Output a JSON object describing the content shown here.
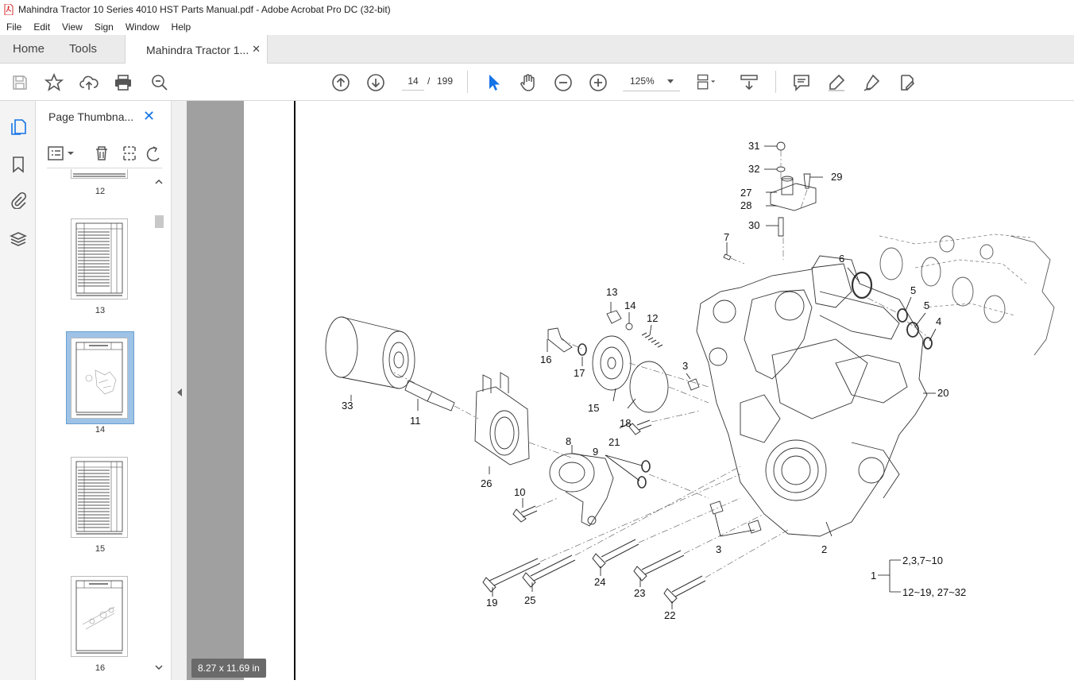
{
  "window": {
    "title": "Mahindra Tractor 10 Series 4010 HST Parts Manual.pdf - Adobe Acrobat Pro DC (32-bit)"
  },
  "menu": [
    "File",
    "Edit",
    "View",
    "Sign",
    "Window",
    "Help"
  ],
  "tabs": {
    "home": "Home",
    "tools": "Tools",
    "document": "Mahindra Tractor 1...",
    "close": "✕"
  },
  "toolbar": {
    "current_page": "14",
    "page_separator": "/",
    "total_pages": "199",
    "zoom": "125%"
  },
  "thumbnails_panel": {
    "title": "Page Thumbna...",
    "close": "✕",
    "pages": [
      "12",
      "13",
      "14",
      "15",
      "16"
    ],
    "selected_page": "14"
  },
  "status": {
    "page_size": "8.27 x 11.69 in"
  },
  "diagram": {
    "callouts": [
      "31",
      "32",
      "29",
      "27",
      "28",
      "30",
      "7",
      "6",
      "5",
      "5",
      "4",
      "13",
      "14",
      "12",
      "3",
      "16",
      "17",
      "15",
      "18",
      "20",
      "33",
      "11",
      "21",
      "9",
      "8",
      "26",
      "10",
      "3",
      "2",
      "19",
      "25",
      "24",
      "23",
      "22",
      "1"
    ],
    "legend": {
      "main": "1",
      "group_a": "2,3,7~10",
      "group_b": "12~19, 27~32"
    }
  }
}
